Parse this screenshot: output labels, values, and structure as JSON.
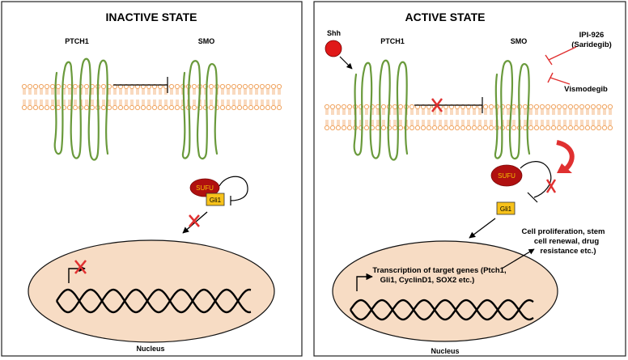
{
  "inactive": {
    "title": "INACTIVE STATE",
    "ptch1_label": "PTCH1",
    "smo_label": "SMO",
    "sufu_label": "SUFU",
    "gli1_label": "Gli1",
    "nucleus_label": "Nucleus"
  },
  "active": {
    "title": "ACTIVE STATE",
    "shh_label": "Shh",
    "ptch1_label": "PTCH1",
    "smo_label": "SMO",
    "drug1_line1": "IPI-926",
    "drug1_line2": "(Saridegib)",
    "drug2": "Vismodegib",
    "sufu_label": "SUFU",
    "gli1_label": "Gli1",
    "outcome_line1": "Cell proliferation, stem",
    "outcome_line2": "cell renewal, drug",
    "outcome_line3": "resistance etc.)",
    "transcription_line1": "Transcription of target genes (Ptch1,",
    "transcription_line2": "Gli1, CyclinD1, SOX2 etc.)",
    "nucleus_label": "Nucleus"
  },
  "colors": {
    "membrane_head": "#f0a460",
    "membrane_head_fill": "#ffffff",
    "protein": "#6a9a3c",
    "sufu": "#b01010",
    "gli1": "#f7c21a",
    "nucleus_fill": "#f7dcc4",
    "inhibit_red": "#e03030",
    "shh": "#e01818"
  }
}
